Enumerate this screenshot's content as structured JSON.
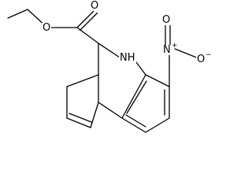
{
  "molecule": {
    "atoms": {
      "ester_o_single": "O",
      "ester_o_double": "O",
      "amine_nh": "NH",
      "nitro_n": "N",
      "nitro_o_double": "O",
      "nitro_o_single": "O"
    },
    "charges": {
      "nitro_n": "+",
      "nitro_o_single": "−"
    }
  }
}
